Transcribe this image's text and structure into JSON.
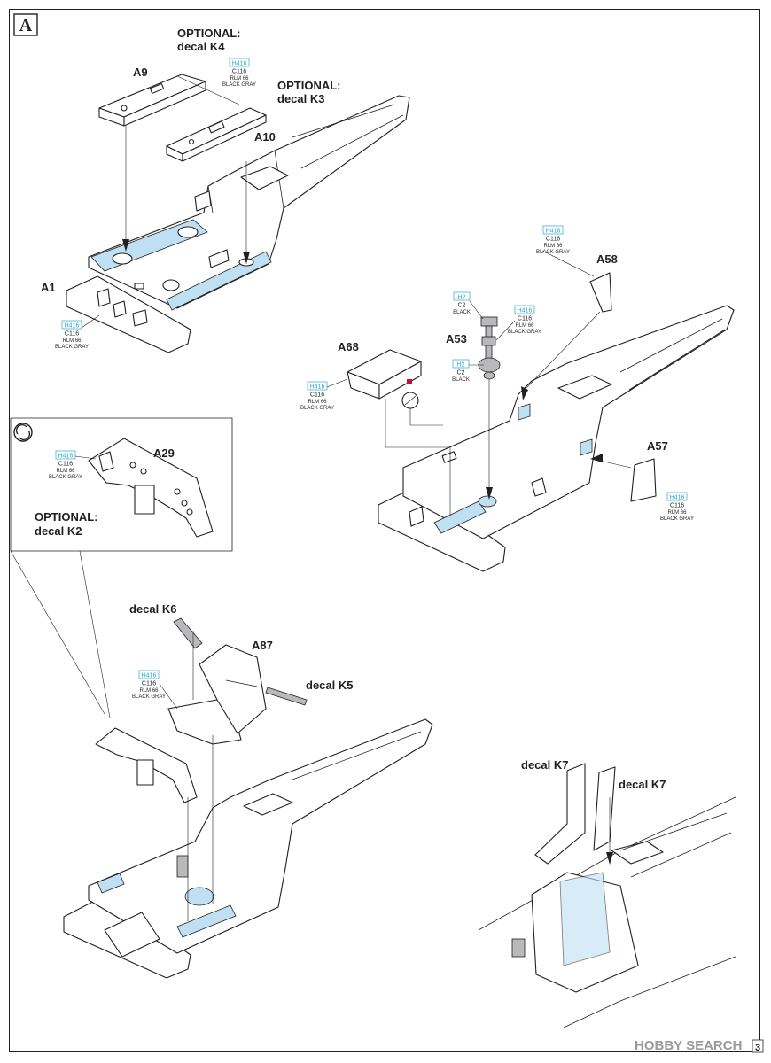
{
  "step": {
    "letter": "A",
    "page_number": "3"
  },
  "watermark": "HOBBY SEARCH",
  "parts": {
    "a9": "A9",
    "a10": "A10",
    "a1": "A1",
    "a58": "A58",
    "a53": "A53",
    "a68": "A68",
    "a57": "A57",
    "a29": "A29",
    "a87": "A87"
  },
  "notes": {
    "optional_k4_line1": "OPTIONAL:",
    "optional_k4_line2": "decal K4",
    "optional_k3_line1": "OPTIONAL:",
    "optional_k3_line2": "decal K3",
    "optional_k2_line1": "OPTIONAL:",
    "optional_k2_line2": "decal K2",
    "decal_k6": "decal K6",
    "decal_k5": "decal K5",
    "decal_k7_left": "decal K7",
    "decal_k7_right": "decal K7"
  },
  "paint_callouts": {
    "a9_a10": {
      "code1": "H416",
      "code2": "C116",
      "name1": "RLM 66",
      "name2": "BLACK GRAY"
    },
    "a1": {
      "code1": "H416",
      "code2": "C116",
      "name1": "RLM 66",
      "name2": "BLACK GRAY"
    },
    "a58": {
      "code1": "H416",
      "code2": "C116",
      "name1": "RLM 66",
      "name2": "BLACK GRAY"
    },
    "a53_top": {
      "code1": "H2",
      "code2": "C2",
      "name1": "BLACK"
    },
    "a53_mid": {
      "code1": "H416",
      "code2": "C116",
      "name1": "RLM 66",
      "name2": "BLACK GRAY"
    },
    "a53_bottom": {
      "code1": "H2",
      "code2": "C2",
      "name1": "BLACK"
    },
    "a68": {
      "code1": "H416",
      "code2": "C116",
      "name1": "RLM 66",
      "name2": "BLACK GRAY"
    },
    "a57": {
      "code1": "H416",
      "code2": "C116",
      "name1": "RLM 66",
      "name2": "BLACK GRAY"
    },
    "a29": {
      "code1": "H416",
      "code2": "C116",
      "name1": "RLM 66",
      "name2": "BLACK GRAY"
    },
    "a87": {
      "code1": "H416",
      "code2": "C116",
      "name1": "RLM 66",
      "name2": "BLACK GRAY"
    }
  },
  "icons": {
    "step_box": "step-letter-box",
    "alternative": "alternative-assembly-icon"
  },
  "colors": {
    "ink": "#231f20",
    "paint_code": "#2aa6d6",
    "paint_area": "#bfe0f2",
    "metal_part": "#b8b9bb"
  }
}
